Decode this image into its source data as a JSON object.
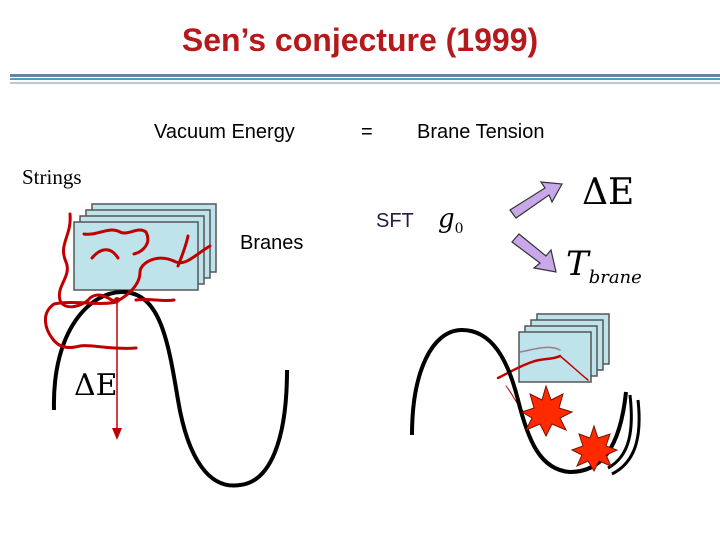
{
  "slide": {
    "title": "Sen’s conjecture (1999)"
  },
  "statement": {
    "lhs": "Vacuum Energy",
    "equals": "=",
    "rhs": "Brane Tension"
  },
  "labels": {
    "strings": "Strings",
    "branes": "Branes",
    "sft": "SFT",
    "delta_e": "ΔE",
    "coupling_symbol": "g",
    "coupling_subscript": "0",
    "tension_symbol": "T",
    "tension_subscript": "brane"
  },
  "colors": {
    "title": "#b5191b",
    "string": "#c00000",
    "brane_fill": "#bfe3ea",
    "arrow_fill": "#c8a8e8",
    "explosion": "#ff2a00"
  }
}
